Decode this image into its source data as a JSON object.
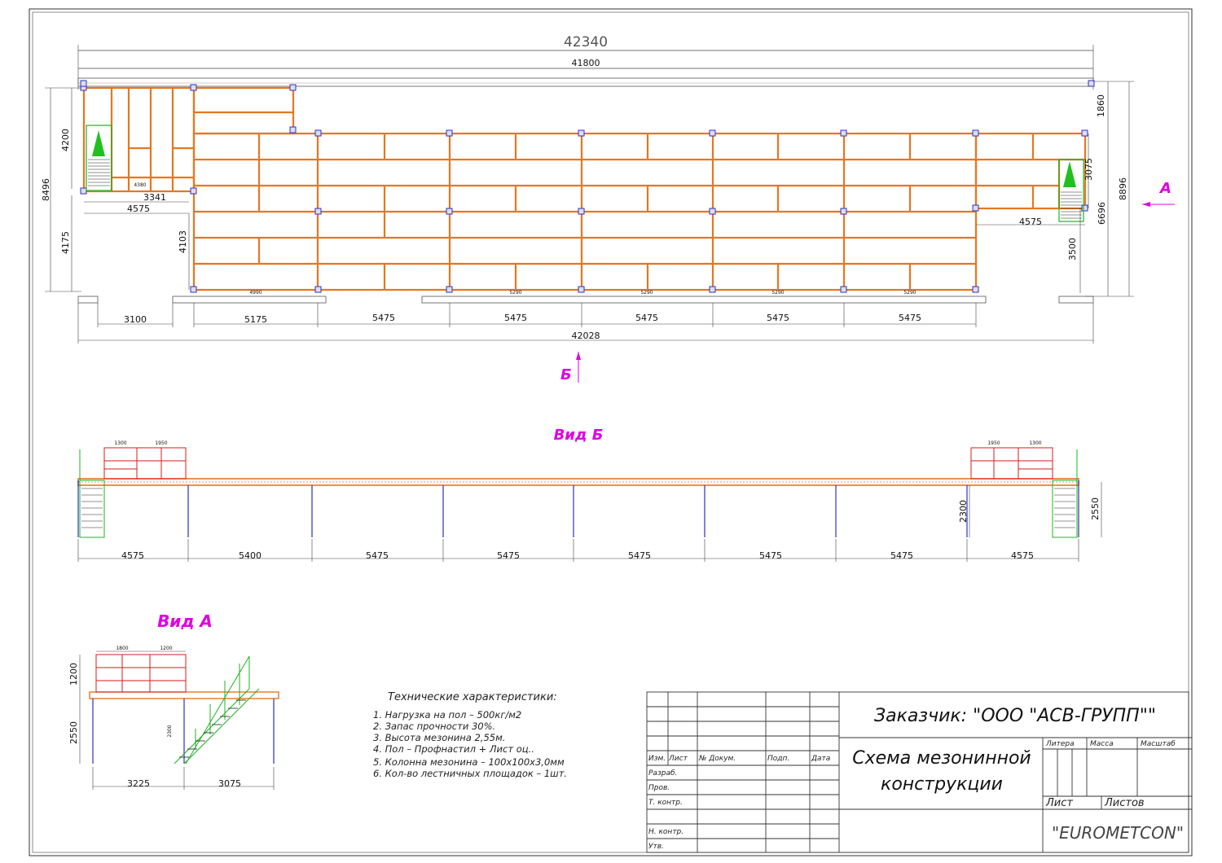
{
  "plan": {
    "dim_total_outer": "42340",
    "dim_total_inner": "41800",
    "dim_bottom_total": "42028",
    "dim_bays": [
      "5175",
      "5475",
      "5475",
      "5475",
      "5475",
      "5475"
    ],
    "dim_3100": "3100",
    "dim_3341": "3341",
    "dim_4575_left": "4575",
    "dim_4575_right": "4575",
    "dim_4380": "4380",
    "dim_4200": "4200",
    "dim_8496": "8496",
    "dim_4175": "4175",
    "dim_4103": "4103",
    "dim_1860": "1860",
    "dim_3075": "3075",
    "dim_8896": "8896",
    "dim_6696": "6696",
    "dim_3500": "3500",
    "dim_small_row": [
      "4990",
      "5290",
      "5290",
      "5290",
      "5290"
    ],
    "arrow_a": "А",
    "arrow_b": "Б"
  },
  "view_b": {
    "label": "Вид Б",
    "dims": [
      "4575",
      "5400",
      "5475",
      "5475",
      "5475",
      "5475",
      "5475",
      "4575"
    ],
    "rail_left": [
      "1300",
      "1950"
    ],
    "rail_right": [
      "1950",
      "1300"
    ],
    "height_2300": "2300",
    "height_2550": "2550"
  },
  "view_a": {
    "label": "Вид А",
    "rail": [
      "1800",
      "1200"
    ],
    "h1200": "1200",
    "h2550": "2550",
    "h2300": "2300",
    "w3225": "3225",
    "w3075": "3075"
  },
  "specs": {
    "title": "Технические характеристики:",
    "items": [
      "1.   Нагрузка на пол – 500кг/м2",
      "2.   Запас прочности 30%.",
      "3.   Высота мезонина 2,55м.",
      "4.   Пол – Профнастил + Лист оц..",
      "5.   Колонна мезонина – 100х100х3,0мм",
      "6.   Кол-во лестничных площадок – 1шт."
    ]
  },
  "titleblock": {
    "customer": "Заказчик: \"ООО \"АСВ-ГРУПП\"\"",
    "drawing_title_1": "Схема мезонинной",
    "drawing_title_2": "конструкции",
    "company": "\"EUROMETCON\"",
    "col_izm": "Изм.",
    "col_list": "Лист",
    "col_doc": "№ Докум.",
    "col_podp": "Подп.",
    "col_date": "Дата",
    "row_razrab": "Разраб.",
    "row_prov": "Пров.",
    "row_tkontr": "Т. контр.",
    "row_nkontr": "Н. контр.",
    "row_utv": "Утв.",
    "litera": "Литера",
    "massa": "Масса",
    "masshtab": "Масштаб",
    "sheet": "Лист",
    "sheets": "Листов"
  },
  "colors": {
    "beam": "#e8761e",
    "beam_red": "#d81b1b",
    "column": "#3030c0",
    "stair": "#20b020",
    "annotation": "#e000e0"
  }
}
